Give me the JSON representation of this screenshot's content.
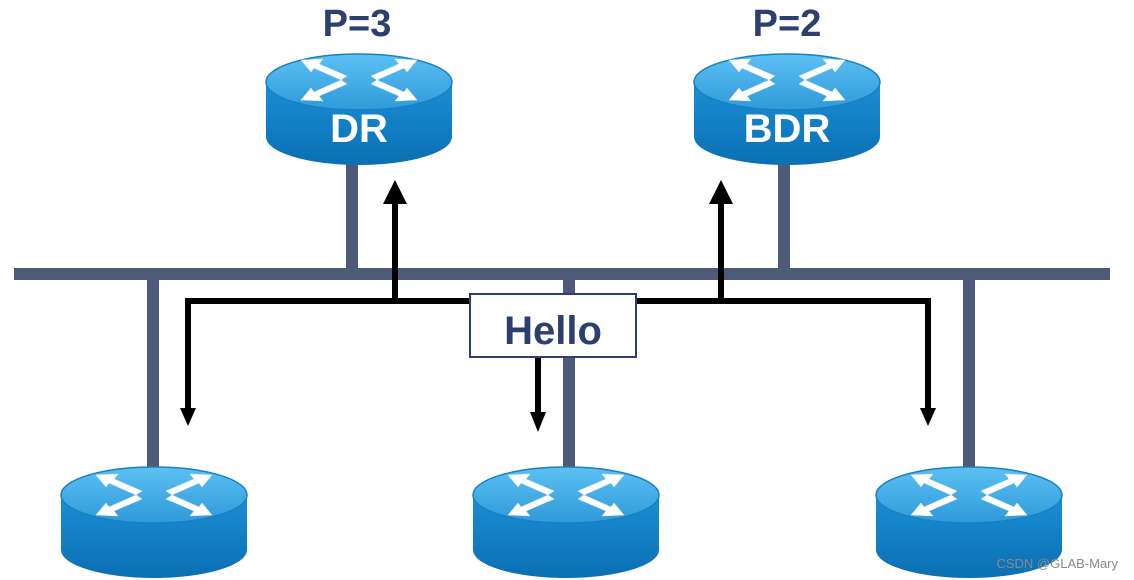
{
  "routers": {
    "dr": {
      "priority_label": "P=3",
      "role_label": "DR"
    },
    "bdr": {
      "priority_label": "P=2",
      "role_label": "BDR"
    }
  },
  "hello_packet": {
    "label": "Hello"
  },
  "watermark": {
    "text": "CSDN @GLAB-Mary"
  },
  "colors": {
    "bus_line": "#4d5a78",
    "router_top": "#3da3e0",
    "router_side": "#1382c9",
    "arrow": "#000000",
    "text_dark": "#2d3f6e"
  }
}
